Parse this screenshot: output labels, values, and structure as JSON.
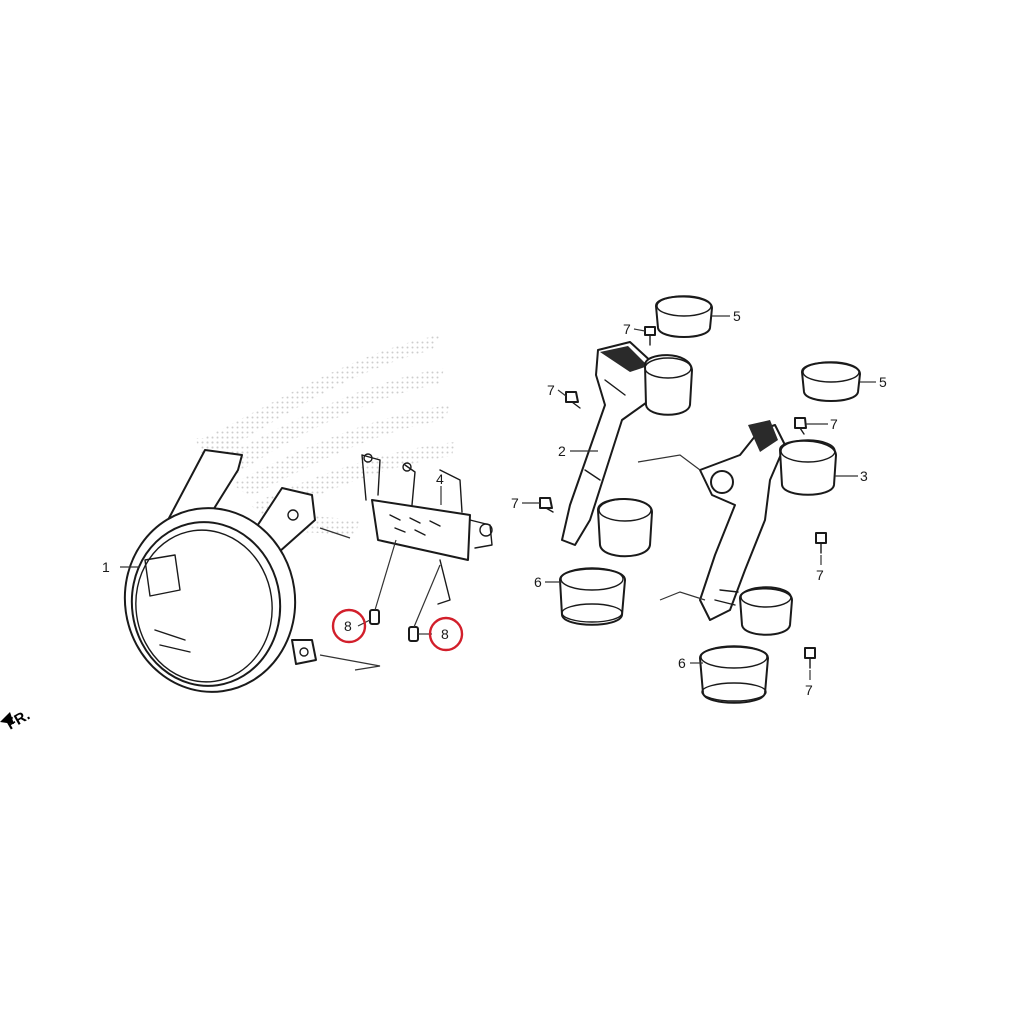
{
  "callouts": [
    {
      "id": "c1",
      "label": "1"
    },
    {
      "id": "c2",
      "label": "2"
    },
    {
      "id": "c3",
      "label": "3"
    },
    {
      "id": "c4",
      "label": "4"
    },
    {
      "id": "c5a",
      "label": "5"
    },
    {
      "id": "c5b",
      "label": "5"
    },
    {
      "id": "c6a",
      "label": "6"
    },
    {
      "id": "c6b",
      "label": "6"
    },
    {
      "id": "c7a",
      "label": "7"
    },
    {
      "id": "c7b",
      "label": "7"
    },
    {
      "id": "c7c",
      "label": "7"
    },
    {
      "id": "c7d",
      "label": "7"
    },
    {
      "id": "c7e",
      "label": "7"
    },
    {
      "id": "c7f",
      "label": "7"
    },
    {
      "id": "c8a",
      "label": "8"
    },
    {
      "id": "c8b",
      "label": "8"
    }
  ],
  "direction_label": "FR.",
  "highlight_color": "#d21f2b"
}
